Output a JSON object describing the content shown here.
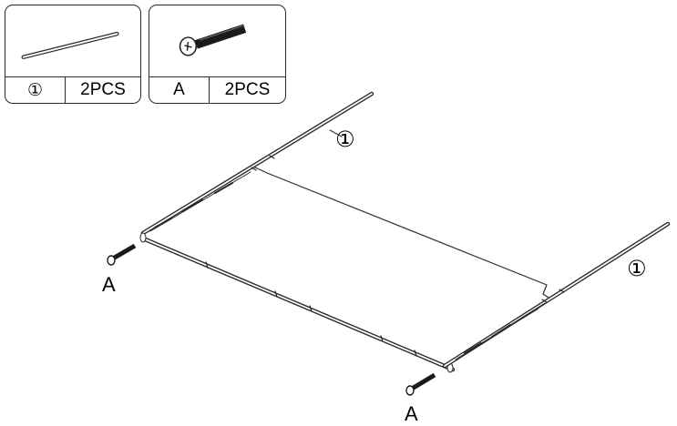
{
  "parts": [
    {
      "id": "rod",
      "code": "①",
      "qty": "2PCS"
    },
    {
      "id": "screw",
      "code": "A",
      "qty": "2PCS"
    }
  ],
  "callouts": {
    "rod_top": "①",
    "rod_right": "①",
    "screw_left": "A",
    "screw_right": "A"
  },
  "colors": {
    "line": "#2a2a2a",
    "screw": "#1a1a1a"
  }
}
